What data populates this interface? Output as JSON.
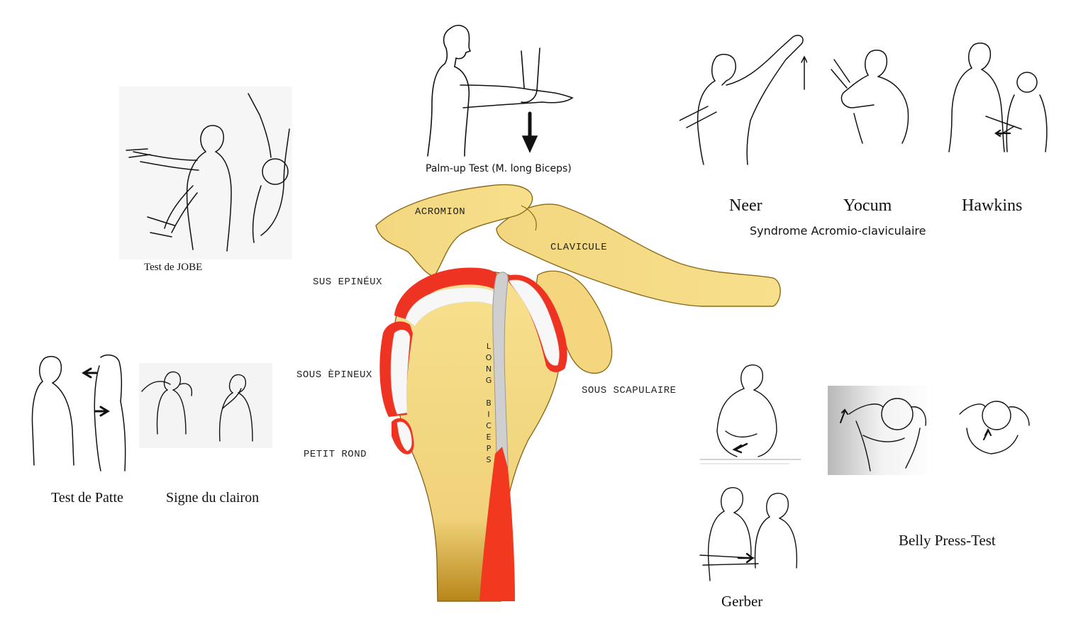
{
  "anatomy_labels": {
    "acromion": "ACROMION",
    "clavicule": "CLAVICULE",
    "sus_epineux": "SUS EPINÉUX",
    "sous_epineux": "SOUS ÈPINEUX",
    "petit_rond": "PETIT ROND",
    "sous_scapulaire": "SOUS SCAPULAIRE",
    "long_biceps_letters": [
      "L",
      "O",
      "N",
      "G",
      "",
      "B",
      "I",
      "C",
      "E",
      "P",
      "S"
    ]
  },
  "test_labels": {
    "palm_up": "Palm-up Test  (M. long Biceps)",
    "jobe": "Test de JOBE",
    "neer": "Neer",
    "yocum": "Yocum",
    "hawkins": "Hawkins",
    "syndrome": "Syndrome Acromio-claviculaire",
    "patte": "Test de Patte",
    "clairon": "Signe du clairon",
    "gerber": "Gerber",
    "belly_press": "Belly Press-Test"
  },
  "colors": {
    "bone_fill": "#f5dc86",
    "bone_stroke": "#7a5a10",
    "muscle_red": "#ee3322",
    "tendon_white": "#f7f7f7",
    "biceps_grey": "#cfcfcf"
  }
}
